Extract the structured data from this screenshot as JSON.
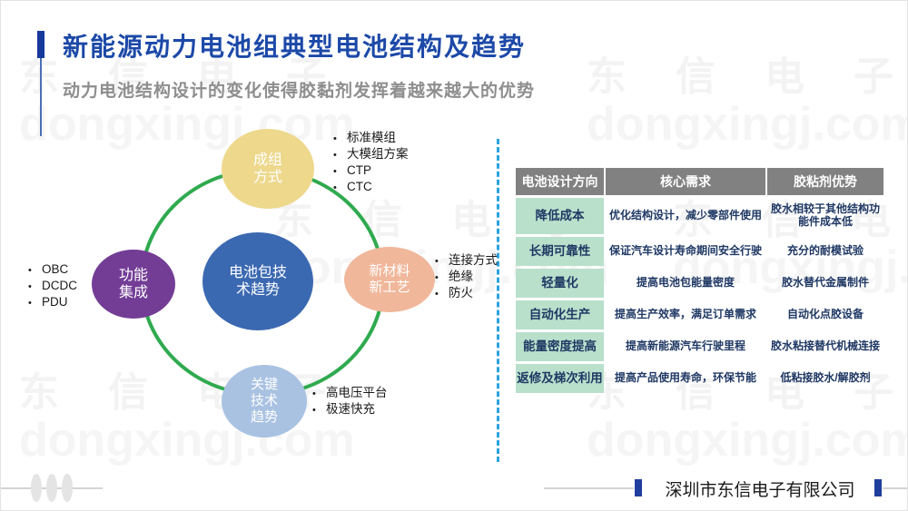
{
  "header": {
    "title": "新能源动力电池组典型电池结构及趋势",
    "subtitle": "动力电池结构设计的变化使得胶黏剂发挥着越来越大的优势"
  },
  "watermark": {
    "cn": "东信电子",
    "domain": "dongxingj.com"
  },
  "diagram": {
    "center": {
      "label": "电池包技\n术趋势"
    },
    "top": {
      "label": "成组\n方式",
      "bullets": [
        "标准模组",
        "大模组方案",
        "CTP",
        "CTC"
      ]
    },
    "left": {
      "label": "功能\n集成",
      "bullets": [
        "OBC",
        "DCDC",
        "PDU"
      ]
    },
    "right": {
      "label": "新材料\n新工艺",
      "bullets": [
        "连接方式",
        "绝缘",
        "防火"
      ]
    },
    "bottom": {
      "label": "关键\n技术\n趋势",
      "bullets": [
        "高电压平台",
        "极速快充"
      ]
    }
  },
  "table": {
    "headers": [
      "电池设计方向",
      "核心需求",
      "胶粘剂优势"
    ],
    "rows": [
      [
        "降低成本",
        "优化结构设计，减少零部件使用",
        "胶水相较于其他结构功能件成本低"
      ],
      [
        "长期可靠性",
        "保证汽车设计寿命期间安全行驶",
        "充分的耐模试验"
      ],
      [
        "轻量化",
        "提高电池包能量密度",
        "胶水替代金属制件"
      ],
      [
        "自动化生产",
        "提高生产效率，满足订单需求",
        "自动化点胶设备"
      ],
      [
        "能量密度提高",
        "提高新能源汽车行驶里程",
        "胶水粘接替代机械连接"
      ],
      [
        "返修及梯次利用",
        "提高产品使用寿命，环保节能",
        "低粘接胶水/解胶剂"
      ]
    ]
  },
  "footer": {
    "company": "深圳市东信电子有限公司"
  },
  "colors": {
    "accent": "#1c49a8",
    "green_ring": "#2faa4f",
    "dashed_divider": "#2ba3e0",
    "table_header_bg": "#818181",
    "table_rowlabel_bg": "#b9e0cb",
    "table_text": "#1f3864",
    "circle_center": "#3b69b1",
    "circle_top": "#edd88c",
    "circle_left": "#733d96",
    "circle_right": "#f0b79b",
    "circle_bottom": "#a9c2e2"
  }
}
